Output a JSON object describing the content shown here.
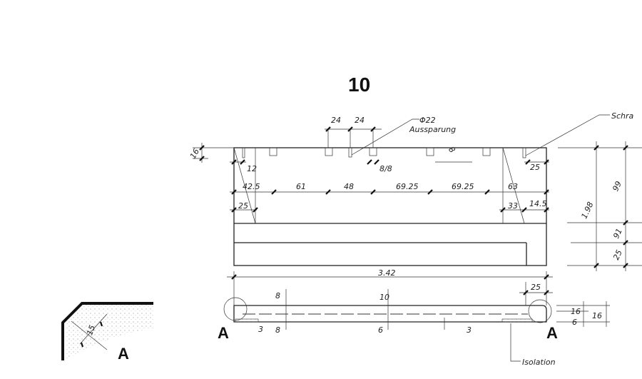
{
  "sheet_number": "10",
  "section_marker": "A",
  "detail_label": "A",
  "detail_dimension": "15",
  "callouts": {
    "bore": "Φ22",
    "recess": "Aussparung",
    "screw": "Schra",
    "insulation": "Isolation"
  },
  "elevation": {
    "top_dims": [
      "24",
      "24"
    ],
    "left_height": "16",
    "row1": [
      "12",
      "8/8",
      "25"
    ],
    "notch_depth": "8",
    "row2": [
      "42.5",
      "61",
      "48",
      "69.25",
      "69.25",
      "63"
    ],
    "row3": [
      "25",
      "33",
      "14.5"
    ],
    "right_dims": [
      "1.98",
      "99",
      "91",
      "25"
    ]
  },
  "plan": {
    "length": "3.42",
    "end_offset": "25",
    "dims_top": [
      "8",
      "10"
    ],
    "dims_bottom": [
      "3",
      "8",
      "6",
      "3"
    ],
    "right_dims": [
      "16",
      "6",
      "16"
    ]
  }
}
